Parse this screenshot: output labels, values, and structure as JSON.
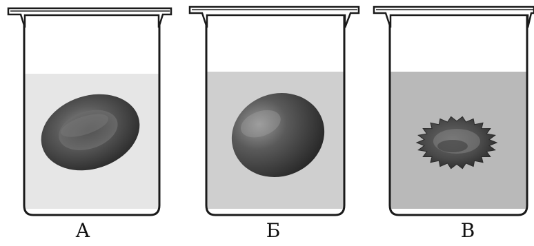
{
  "beakers": [
    {
      "label": "А",
      "cell_shape": "normal-biconcave-disc",
      "solution": "isotonic"
    },
    {
      "label": "Б",
      "cell_shape": "swollen-sphere",
      "solution": "hypotonic"
    },
    {
      "label": "В",
      "cell_shape": "crenated-shrunken",
      "solution": "hypertonic"
    }
  ],
  "colors": {
    "outline": "#1a1a1a",
    "cell_dark": "#3a3a3a",
    "cell_mid": "#5e5e5e",
    "cell_light": "#8a8a8a"
  }
}
